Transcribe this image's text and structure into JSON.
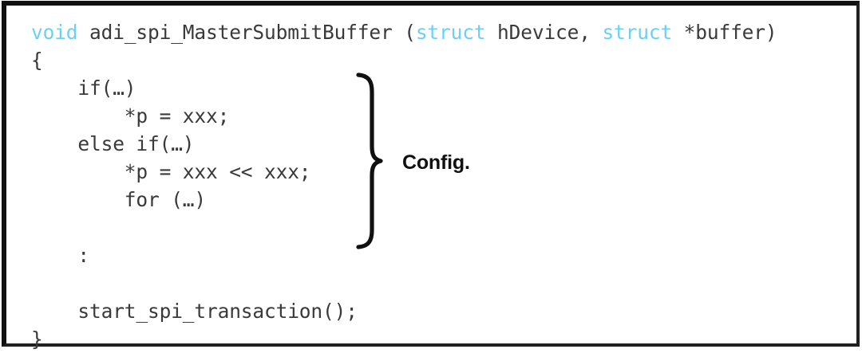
{
  "figure": {
    "kind": "code-listing-with-annotation",
    "border_color": "#111111",
    "background_color": "#ffffff"
  },
  "code": {
    "language": "c",
    "text_color": "#3a3a3a",
    "keyword_color": "#6ECFF6",
    "lines": [
      {
        "id": "line-signature",
        "segments": [
          {
            "text": "void",
            "kind": "keyword"
          },
          {
            "text": " adi_spi_MasterSubmitBuffer (",
            "kind": "plain"
          },
          {
            "text": "struct",
            "kind": "keyword"
          },
          {
            "text": " hDevice, ",
            "kind": "plain"
          },
          {
            "text": "struct",
            "kind": "keyword"
          },
          {
            "text": " *buffer)",
            "kind": "plain"
          }
        ]
      },
      {
        "id": "line-open-brace",
        "segments": [
          {
            "text": "{",
            "kind": "plain"
          }
        ]
      },
      {
        "id": "line-if",
        "segments": [
          {
            "text": "    if(…)",
            "kind": "plain"
          }
        ]
      },
      {
        "id": "line-assign-1",
        "segments": [
          {
            "text": "        *p = xxx;",
            "kind": "plain"
          }
        ]
      },
      {
        "id": "line-else-if",
        "segments": [
          {
            "text": "    else if(…)",
            "kind": "plain"
          }
        ]
      },
      {
        "id": "line-assign-2",
        "segments": [
          {
            "text": "        *p = xxx << xxx;",
            "kind": "plain"
          }
        ]
      },
      {
        "id": "line-for",
        "segments": [
          {
            "text": "        for (…)",
            "kind": "plain"
          }
        ]
      },
      {
        "id": "line-blank-1",
        "segments": [
          {
            "text": "",
            "kind": "plain"
          }
        ]
      },
      {
        "id": "line-continuation-colon",
        "segments": [
          {
            "text": "    :",
            "kind": "plain"
          }
        ]
      },
      {
        "id": "line-blank-2",
        "segments": [
          {
            "text": "",
            "kind": "plain"
          }
        ]
      },
      {
        "id": "line-start-transaction",
        "segments": [
          {
            "text": "    start_spi_transaction();",
            "kind": "plain"
          }
        ]
      },
      {
        "id": "line-close-brace",
        "segments": [
          {
            "text": "}",
            "kind": "plain"
          }
        ]
      }
    ]
  },
  "annotation": {
    "brace_icon_name": "right-curly-brace-icon",
    "brace_color": "#111111",
    "label": "Config.",
    "label_color": "#111111",
    "spans_lines": [
      "line-if",
      "line-assign-1",
      "line-else-if",
      "line-assign-2",
      "line-for",
      "line-continuation-colon"
    ]
  }
}
